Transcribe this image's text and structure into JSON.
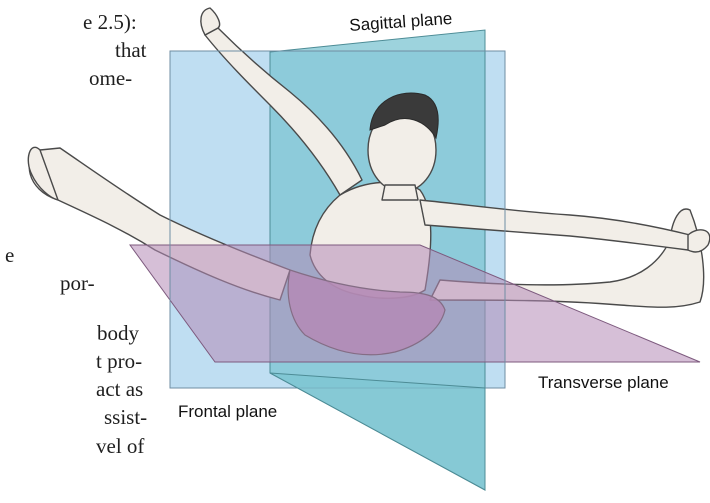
{
  "text_fragments": [
    "e 2.5):",
    "that",
    "ome-",
    "e",
    "por-",
    "body",
    "t pro-",
    "act as",
    "ssist-",
    "vel of"
  ],
  "figure": {
    "labels": {
      "sagittal": "Sagittal plane",
      "frontal": "Frontal plane",
      "transverse": "Transverse plane"
    },
    "colors": {
      "frontal_plane": "#a9d3ee",
      "sagittal_plane": "#7cc4d2",
      "transverse_plane": "#b58bb6",
      "skin": "#f2eee8",
      "outline": "#4a4a4a",
      "shorts": "#b48ab4"
    }
  }
}
